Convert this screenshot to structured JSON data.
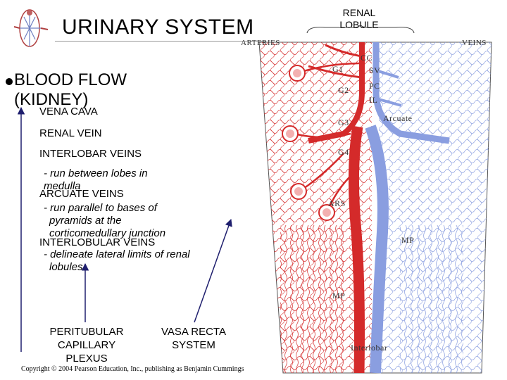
{
  "slide": {
    "title": "URINARY SYSTEM",
    "heading_line1": "BLOOD FLOW",
    "heading_line2": "(KIDNEY)",
    "items": [
      {
        "label": "VENA CAVA"
      },
      {
        "label": "RENAL VEIN"
      },
      {
        "label": "INTERLOBAR VEINS",
        "note_line1": "- run between lobes in",
        "note_line2": "medulla"
      },
      {
        "label": "ARCUATE VEINS",
        "note_line1": "- run parallel to bases of",
        "note_line2": "pyramids at the",
        "note_line3": "corticomedullary junction"
      },
      {
        "label": "INTERLOBULAR VEINS",
        "note_line1": "- delineate lateral limits of renal",
        "note_line2": "lobules"
      }
    ],
    "captions": {
      "peritubular_line1": "PERITUBULAR",
      "peritubular_line2": "CAPILLARY",
      "peritubular_line3": "PLEXUS",
      "vasa_line1": "VASA RECTA",
      "vasa_line2": "SYSTEM"
    },
    "copyright": "Copyright © 2004 Pearson Education, Inc., publishing as Benjamin Cummings"
  },
  "figure": {
    "lobule_label_line1": "RENAL",
    "lobule_label_line2": "LOBULE",
    "labels": {
      "arteries": "ARTERIES",
      "veins": "VEINS",
      "cc": "CC",
      "sv": "SV",
      "pc": "PC",
      "il": "IL",
      "arcuate": "Arcuate",
      "g1": "G1",
      "g2": "G2",
      "g3": "G3",
      "g4": "G4",
      "ars": "ARS",
      "mp_right": "MP",
      "mp_left": "MP",
      "interlobar": "Interlobar"
    },
    "colors": {
      "artery": "#d42a2a",
      "vein": "#8a9ee0",
      "arrow": "#1f1f6e"
    }
  }
}
